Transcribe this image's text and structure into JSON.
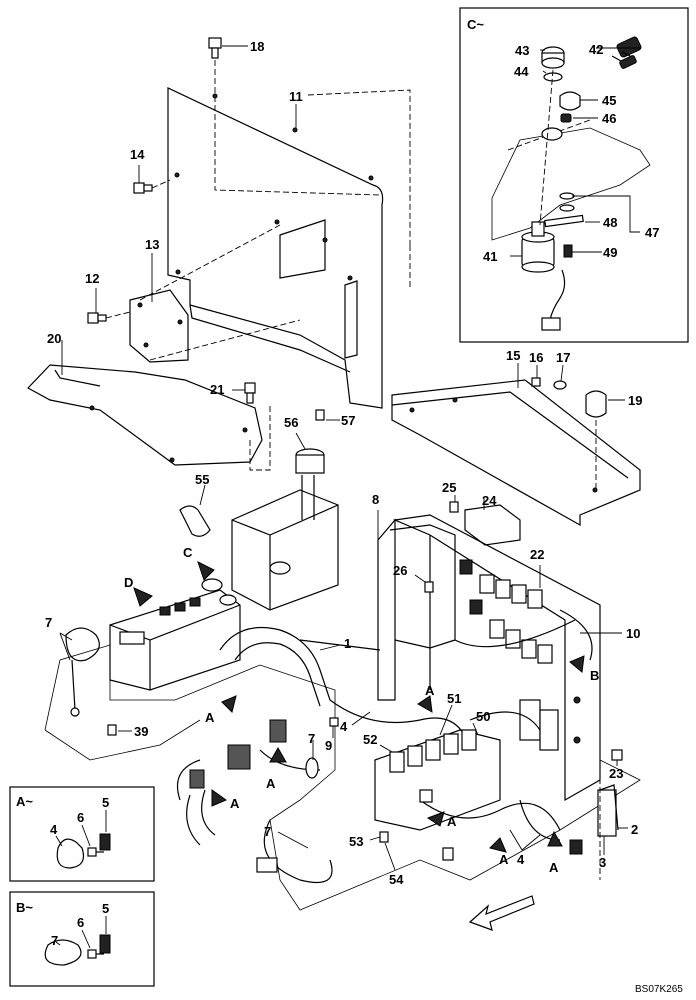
{
  "drawing_code": "BS07K265",
  "insets": {
    "c": {
      "title": "C~"
    },
    "a": {
      "title": "A~"
    },
    "b": {
      "title": "B~"
    }
  },
  "view_labels": {
    "c": "C",
    "d": "D"
  },
  "arrow_label": "A",
  "arrow_label_b": "B",
  "callouts": {
    "n1": "1",
    "n2": "2",
    "n3": "3",
    "n4": "4",
    "n5": "5",
    "n6": "6",
    "n7": "7",
    "n8": "8",
    "n9": "9",
    "n10": "10",
    "n11": "11",
    "n12": "12",
    "n13": "13",
    "n14": "14",
    "n15": "15",
    "n16": "16",
    "n17": "17",
    "n18": "18",
    "n19": "19",
    "n20": "20",
    "n21": "21",
    "n22": "22",
    "n23": "23",
    "n24": "24",
    "n25": "25",
    "n26": "26",
    "n39": "39",
    "n41": "41",
    "n42": "42",
    "n43": "43",
    "n44": "44",
    "n45": "45",
    "n46": "46",
    "n47": "47",
    "n48": "48",
    "n49": "49",
    "n50": "50",
    "n51": "51",
    "n52": "52",
    "n53": "53",
    "n54": "54",
    "n55": "55",
    "n56": "56",
    "n57": "57"
  }
}
